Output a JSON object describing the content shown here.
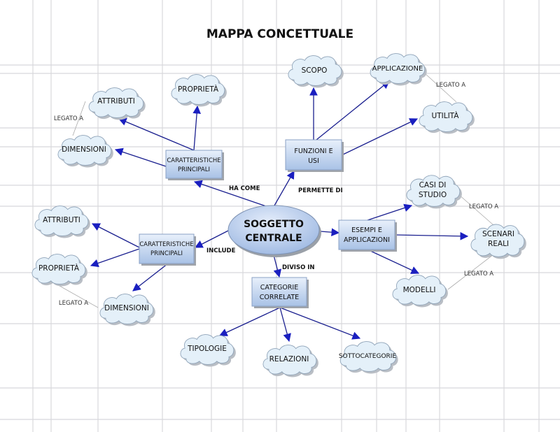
{
  "title": "MAPPA CONCETTUALE",
  "center": [
    "SOGGETTO",
    "CENTRALE"
  ],
  "boxes": {
    "car_top": [
      "CARATTERISTICHE",
      "PRINCIPALI"
    ],
    "funzioni": [
      "FUNZIONI E",
      "USI"
    ],
    "esempi": [
      "ESEMPI E",
      "APPLICAZIONI"
    ],
    "categorie": [
      "CATEGORIE",
      "CORRELATE"
    ],
    "car_left": [
      "CARATTERISTICHE",
      "PRINCIPALI"
    ]
  },
  "clouds": {
    "attributi_top": "ATTRIBUTI",
    "proprieta_top": "PROPRIETÀ",
    "dimensioni_top": "DIMENSIONI",
    "scopo": "SCOPO",
    "applicazione": "APPLICAZIONE",
    "utilita": "UTILITÀ",
    "casi": [
      "CASI DI",
      "STUDIO"
    ],
    "scenari": [
      "SCENARI",
      "REALI"
    ],
    "modelli": "MODELLI",
    "tipologie": "TIPOLOGIE",
    "relazioni": "RELAZIONI",
    "sottocategorie": "SOTTOCATEGORIE",
    "attributi_left": "ATTRIBUTI",
    "proprieta_left": "PROPRIETÀ",
    "dimensioni_left": "DIMENSIONI"
  },
  "links": {
    "ha_come": "HA COME",
    "permette_di": "PERMETTE DI",
    "include": "INCLUDE",
    "diviso_in": "DIVISO IN",
    "legato_a": "LEGATO A"
  },
  "colors": {
    "edge": "#1a1f8f",
    "cloud": "#e4f0f9",
    "box": "#c9d9f0"
  }
}
